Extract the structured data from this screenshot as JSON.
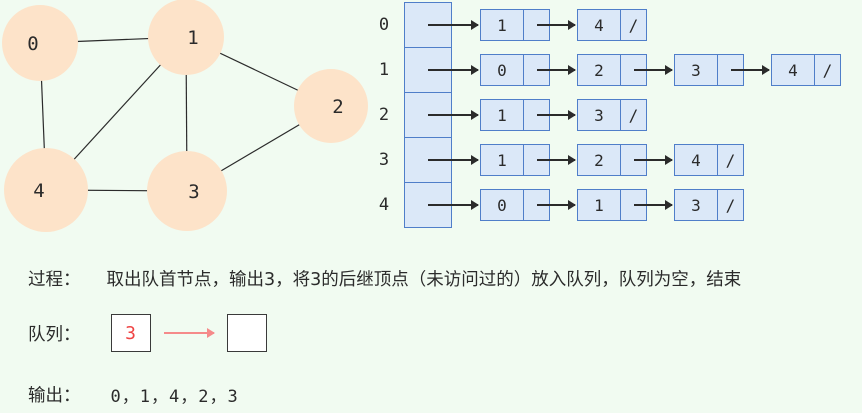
{
  "colors": {
    "background": "#f1fbf1",
    "cell_fill": "#dbe8f8",
    "cell_border": "#4f7ec9",
    "node_fill": "#fde3c9",
    "ink": "#2b2b2b",
    "queue_red": "#ef4444",
    "queue_arrow": "#f58a8a"
  },
  "graph": {
    "nodes": [
      {
        "id": "0"
      },
      {
        "id": "1"
      },
      {
        "id": "2"
      },
      {
        "id": "3"
      },
      {
        "id": "4"
      }
    ],
    "edges": [
      "0-1",
      "0-4",
      "1-2",
      "1-3",
      "1-4",
      "2-3",
      "3-4"
    ]
  },
  "adjacency_list": {
    "null_symbol": "/",
    "rows": [
      {
        "index": "0",
        "neighbors": [
          "1",
          "4"
        ]
      },
      {
        "index": "1",
        "neighbors": [
          "0",
          "2",
          "3",
          "4"
        ]
      },
      {
        "index": "2",
        "neighbors": [
          "1",
          "3"
        ]
      },
      {
        "index": "3",
        "neighbors": [
          "1",
          "2",
          "4"
        ]
      },
      {
        "index": "4",
        "neighbors": [
          "0",
          "1",
          "3"
        ]
      }
    ]
  },
  "process": {
    "label": "过程：",
    "text": "取出队首节点，输出3，将3的后继顶点（未访问过的）放入队列，队列为空，结束"
  },
  "queue": {
    "label": "队列：",
    "front": "3",
    "rest": ""
  },
  "output": {
    "label": "输出：",
    "value": "0，1，4，2，3"
  }
}
